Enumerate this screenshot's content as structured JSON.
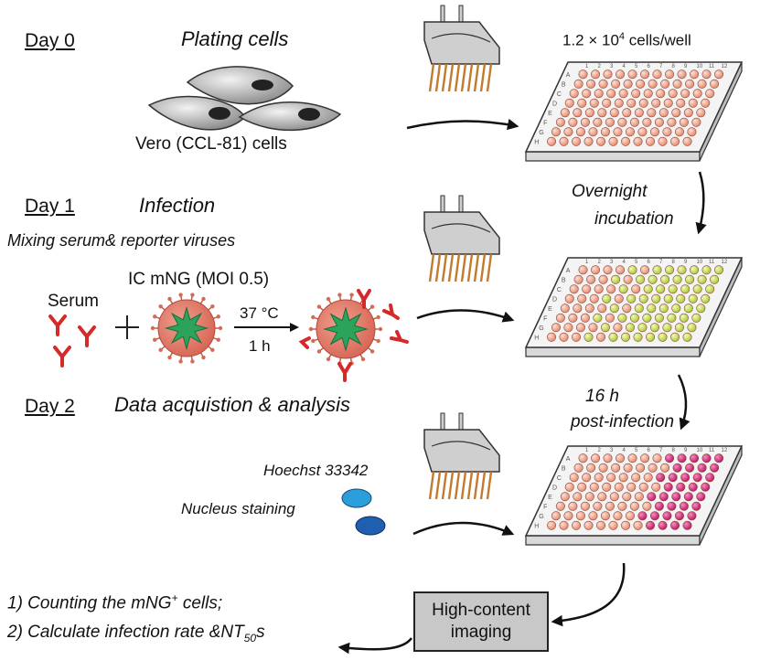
{
  "day0": {
    "label": "Day 0",
    "title": "Plating cells",
    "cells_label": "Vero (CCL-81) cells",
    "density": {
      "prefix": "1.2 × 10",
      "exp": "4",
      "suffix": " cells/well"
    }
  },
  "day1": {
    "label": "Day 1",
    "title": "Infection",
    "subtitle": "Mixing serum& reporter viruses",
    "virus_label": "IC mNG (MOI 0.5)",
    "serum_label": "Serum",
    "temp": "37 °C",
    "time": "1 h",
    "incubation_line1": "Overnight",
    "incubation_line2": "incubation"
  },
  "day2": {
    "label": "Day 2",
    "title": "Data acquistion & analysis",
    "post_line1": "16 h",
    "post_line2": "post-infection",
    "stain_name": "Hoechst 33342",
    "stain_label": "Nucleus staining",
    "step1": {
      "prefix": "1) Counting the mNG",
      "sup": "+",
      "suffix": " cells;"
    },
    "step2": {
      "prefix": "2) Calculate infection rate &NT",
      "sub": "50",
      "suffix": "s"
    },
    "imaging_line1": "High-content",
    "imaging_line2": "imaging"
  },
  "plate": {
    "rows": [
      "A",
      "B",
      "C",
      "D",
      "E",
      "F",
      "G",
      "H"
    ],
    "cols": [
      "1",
      "2",
      "3",
      "4",
      "5",
      "6",
      "7",
      "8",
      "9",
      "10",
      "11",
      "12"
    ]
  },
  "colors": {
    "well_pink": "#f0a08c",
    "well_green": "#c6dc4a",
    "well_magenta": "#d2247a",
    "virus_body": "#e2776b",
    "virus_core": "#2ba35a",
    "antibody": "#d42a2a",
    "box_fill": "#c8c8c8",
    "nucleus_light": "#2b9fd9",
    "nucleus_dark": "#1f5fb0"
  }
}
